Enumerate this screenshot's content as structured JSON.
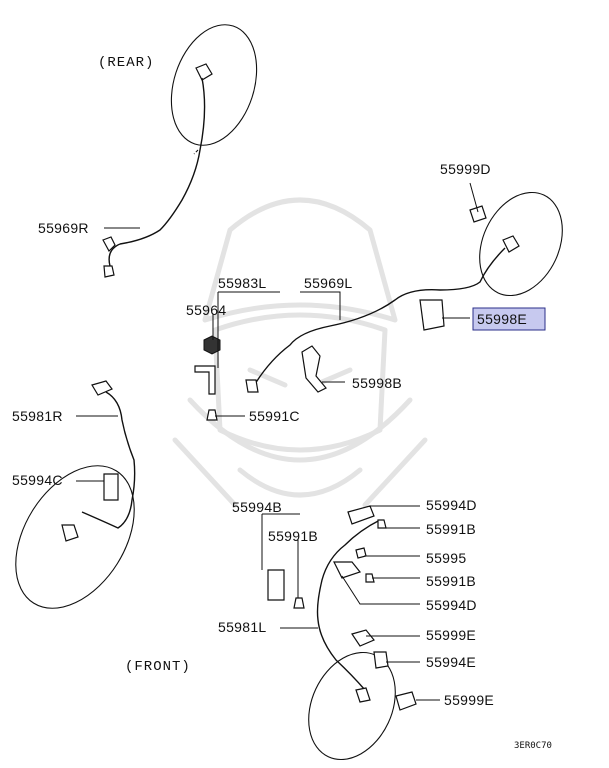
{
  "captions": {
    "rear": "(REAR)",
    "front": "(FRONT)",
    "code": "3ER0C70"
  },
  "parts": {
    "p55999D": "55999D",
    "p55969R": "55969R",
    "p55983L": "55983L",
    "p55969L": "55969L",
    "p55964": "55964",
    "p55998E": "55998E",
    "p55998B": "55998B",
    "p55991C": "55991C",
    "p55981R": "55981R",
    "p55994C": "55994C",
    "p55994B": "55994B",
    "p55994D_a": "55994D",
    "p55991B_a": "55991B",
    "p55991B_b": "55991B",
    "p55995": "55995",
    "p55991B_c": "55991B",
    "p55994D_b": "55994D",
    "p55981L": "55981L",
    "p55999E_a": "55999E",
    "p55994E": "55994E",
    "p55999E_b": "55999E"
  },
  "highlighted_part": "55998E",
  "colors": {
    "highlight_fill": "#c7c9ef",
    "highlight_stroke": "#2b2f8a"
  }
}
